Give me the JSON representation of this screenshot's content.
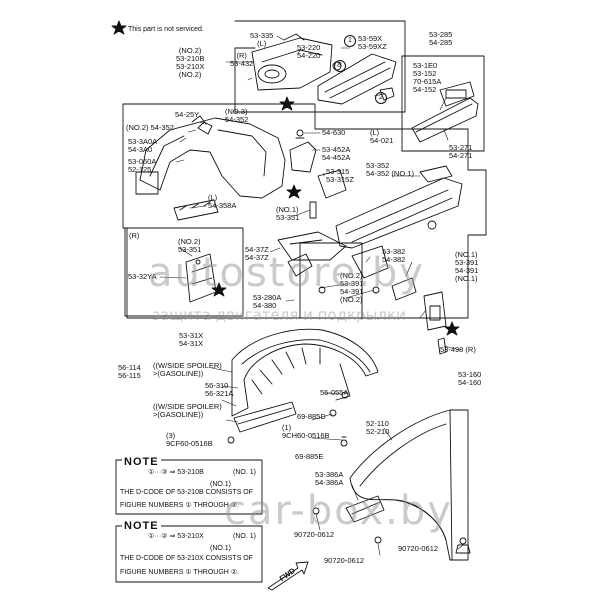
{
  "legend": {
    "star": "★",
    "text": "This part is not serviced."
  },
  "labels": [
    {
      "id": "l1",
      "text": "53-335\n(L)"
    },
    {
      "id": "l2",
      "text": "53-220\n54-220"
    },
    {
      "id": "l3",
      "text": "(NO.2)\n53-210B\n53-210X\n(NO.2)"
    },
    {
      "id": "l4",
      "text": "(R)\n53-432"
    },
    {
      "id": "l5",
      "text": "53-59X\n53-59XZ"
    },
    {
      "id": "l6",
      "text": "53-285\n54-285"
    },
    {
      "id": "l7",
      "text": "53-1E0\n53-152\n70-615A\n54-152"
    },
    {
      "id": "l8",
      "text": "53-271\n54-271"
    },
    {
      "id": "l9",
      "text": "54-25Y"
    },
    {
      "id": "l10",
      "text": "(NO.3)\n54-352"
    },
    {
      "id": "l11",
      "text": "(NO.2) 54-352"
    },
    {
      "id": "l12",
      "text": "53-3A0A\n54-3A0"
    },
    {
      "id": "l13",
      "text": "53-060A\n52-125"
    },
    {
      "id": "l14",
      "text": "54-630"
    },
    {
      "id": "l15",
      "text": "(L)\n54-021"
    },
    {
      "id": "l16",
      "text": "53-452A\n54-452A"
    },
    {
      "id": "l17",
      "text": "53-315\n53-315Z"
    },
    {
      "id": "l18",
      "text": "53-352\n54-352 (NO.1)"
    },
    {
      "id": "l19",
      "text": "(L)\n54-358A"
    },
    {
      "id": "l20",
      "text": "(NO.1)\n53-351"
    },
    {
      "id": "l21",
      "text": "(R)"
    },
    {
      "id": "l22",
      "text": "(NO.2)\n53-351"
    },
    {
      "id": "l23",
      "text": "53-32YA"
    },
    {
      "id": "l24",
      "text": "54-37Z\n54-37Z"
    },
    {
      "id": "l25",
      "text": "53-382\n54-382"
    },
    {
      "id": "l26",
      "text": "(NO.1)\n53-391\n54-391\n(NO.1)"
    },
    {
      "id": "l27",
      "text": "(NO.2)\n53-391\n54-391\n(NO.2)"
    },
    {
      "id": "l28",
      "text": "53-280A\n54-380"
    },
    {
      "id": "l29",
      "text": "53-31X\n54-31X"
    },
    {
      "id": "l30",
      "text": "53-498 (R)"
    },
    {
      "id": "l31",
      "text": "53-160\n54-160"
    },
    {
      "id": "l32",
      "text": "56-114\n56-115"
    },
    {
      "id": "l33",
      "text": "((W/SIDE SPOILER)\n>(GASOLINE))"
    },
    {
      "id": "l34",
      "text": "56-310\n56-321A"
    },
    {
      "id": "l35",
      "text": "((W/SIDE SPOILER)\n>(GASOLINE))"
    },
    {
      "id": "l36",
      "text": "56-055A"
    },
    {
      "id": "l37",
      "text": "69-885D"
    },
    {
      "id": "l38",
      "text": "(1)\n9CH60-0516B"
    },
    {
      "id": "l39",
      "text": "(3)\n9CF60-0516B"
    },
    {
      "id": "l40",
      "text": "69-885E"
    },
    {
      "id": "l41",
      "text": "52-110\n52-210"
    },
    {
      "id": "l42",
      "text": "53-386A\n54-386A"
    },
    {
      "id": "l43",
      "text": "90720-0612"
    },
    {
      "id": "l44",
      "text": "90720-0612"
    },
    {
      "id": "l45",
      "text": "90720-0612"
    },
    {
      "id": "l46",
      "text": "FWD"
    }
  ],
  "notes": [
    {
      "heading": "NOTE",
      "line1a": "①···③ ⇒ 53-210B",
      "line1b": "(NO. 1)",
      "line1c": "(NO.1)",
      "line2": "THE D-CODE OF 53-210B CONSISTS OF",
      "line3": "FIGURE NUMBERS ① THROUGH ③."
    },
    {
      "heading": "NOTE",
      "line1a": "①···② ⇒ 53-210X",
      "line1b": "(NO. 1)",
      "line1c": "(NO.1)",
      "line2": "THE D-CODE OF 53-210X CONSISTS OF",
      "line3": "FIGURE NUMBERS ① THROUGH ②."
    }
  ],
  "watermarks": {
    "top_brand": "autostore.by",
    "top_caption": "защита двигателя и подкрылки",
    "bottom_brand": "car-box.by"
  }
}
